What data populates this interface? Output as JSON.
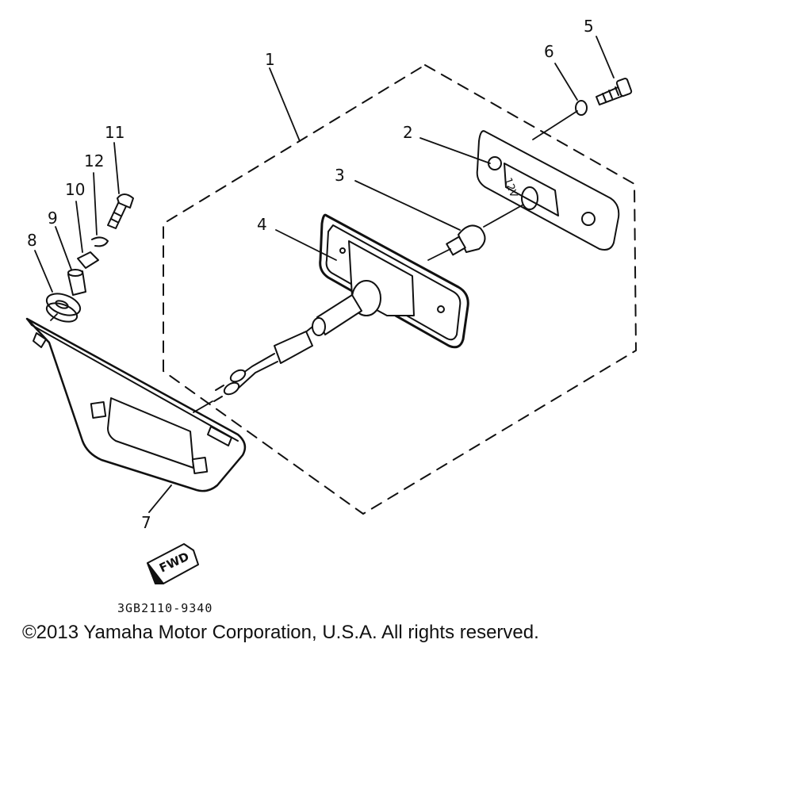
{
  "callouts": {
    "c1": "1",
    "c2": "2",
    "c3": "3",
    "c4": "4",
    "c5": "5",
    "c6": "6",
    "c7": "7",
    "c8": "8",
    "c9": "9",
    "c10": "10",
    "c11": "11",
    "c12": "12"
  },
  "lamp_marking": "12V",
  "fwd_label": "FWD",
  "part_number": "3GB2110-9340",
  "copyright": "©2013 Yamaha Motor Corporation, U.S.A. All rights reserved."
}
